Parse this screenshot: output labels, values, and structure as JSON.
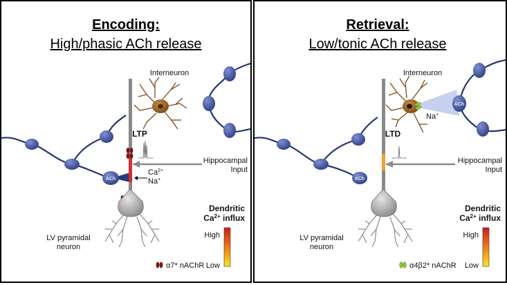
{
  "left": {
    "title": "Encoding:",
    "subtitle": "High/phasic ACh release",
    "interneuron": "Interneuron",
    "plasticity": "LTP",
    "input_line1": "Hippocampal",
    "input_line2": "Input",
    "ion1": "Ca",
    "ion1_sup": "2+",
    "ion2": "Na",
    "ion2_sup": "+",
    "neuron_line1": "LV pyramidal",
    "neuron_line2": "neuron",
    "ach": "ACh",
    "legend_title1": "Dendritic",
    "legend_title2": "Ca",
    "legend_title_sup": "2+",
    "legend_title3": " influx",
    "legend_high": "High",
    "legend_low": "Low",
    "receptor": "α7* nAChR",
    "receptor_color": "#8b1e1e"
  },
  "right": {
    "title": "Retrieval:",
    "subtitle": "Low/tonic ACh release",
    "interneuron": "Interneuron",
    "plasticity": "LTD",
    "input_line1": "Hippocampal",
    "input_line2": "Input",
    "ion": "Na",
    "ion_sup": "+",
    "neuron_line1": "LV pyramidal",
    "neuron_line2": "neuron",
    "ach": "ACh",
    "legend_title1": "Dendritic",
    "legend_title2": "Ca",
    "legend_title_sup": "2+",
    "legend_title3": " influx",
    "legend_high": "High",
    "legend_low": "Low",
    "receptor": "α4β2* nAChR",
    "receptor_color": "#8dc63f"
  },
  "colors": {
    "axon": "#25346b",
    "bouton": "#3e4f9c",
    "interneuron": "#8a5a2b",
    "pyramidal": "#9a9a9a",
    "dendrite_active": "#d32f2f",
    "dendrite_weak": "#f0a030"
  }
}
